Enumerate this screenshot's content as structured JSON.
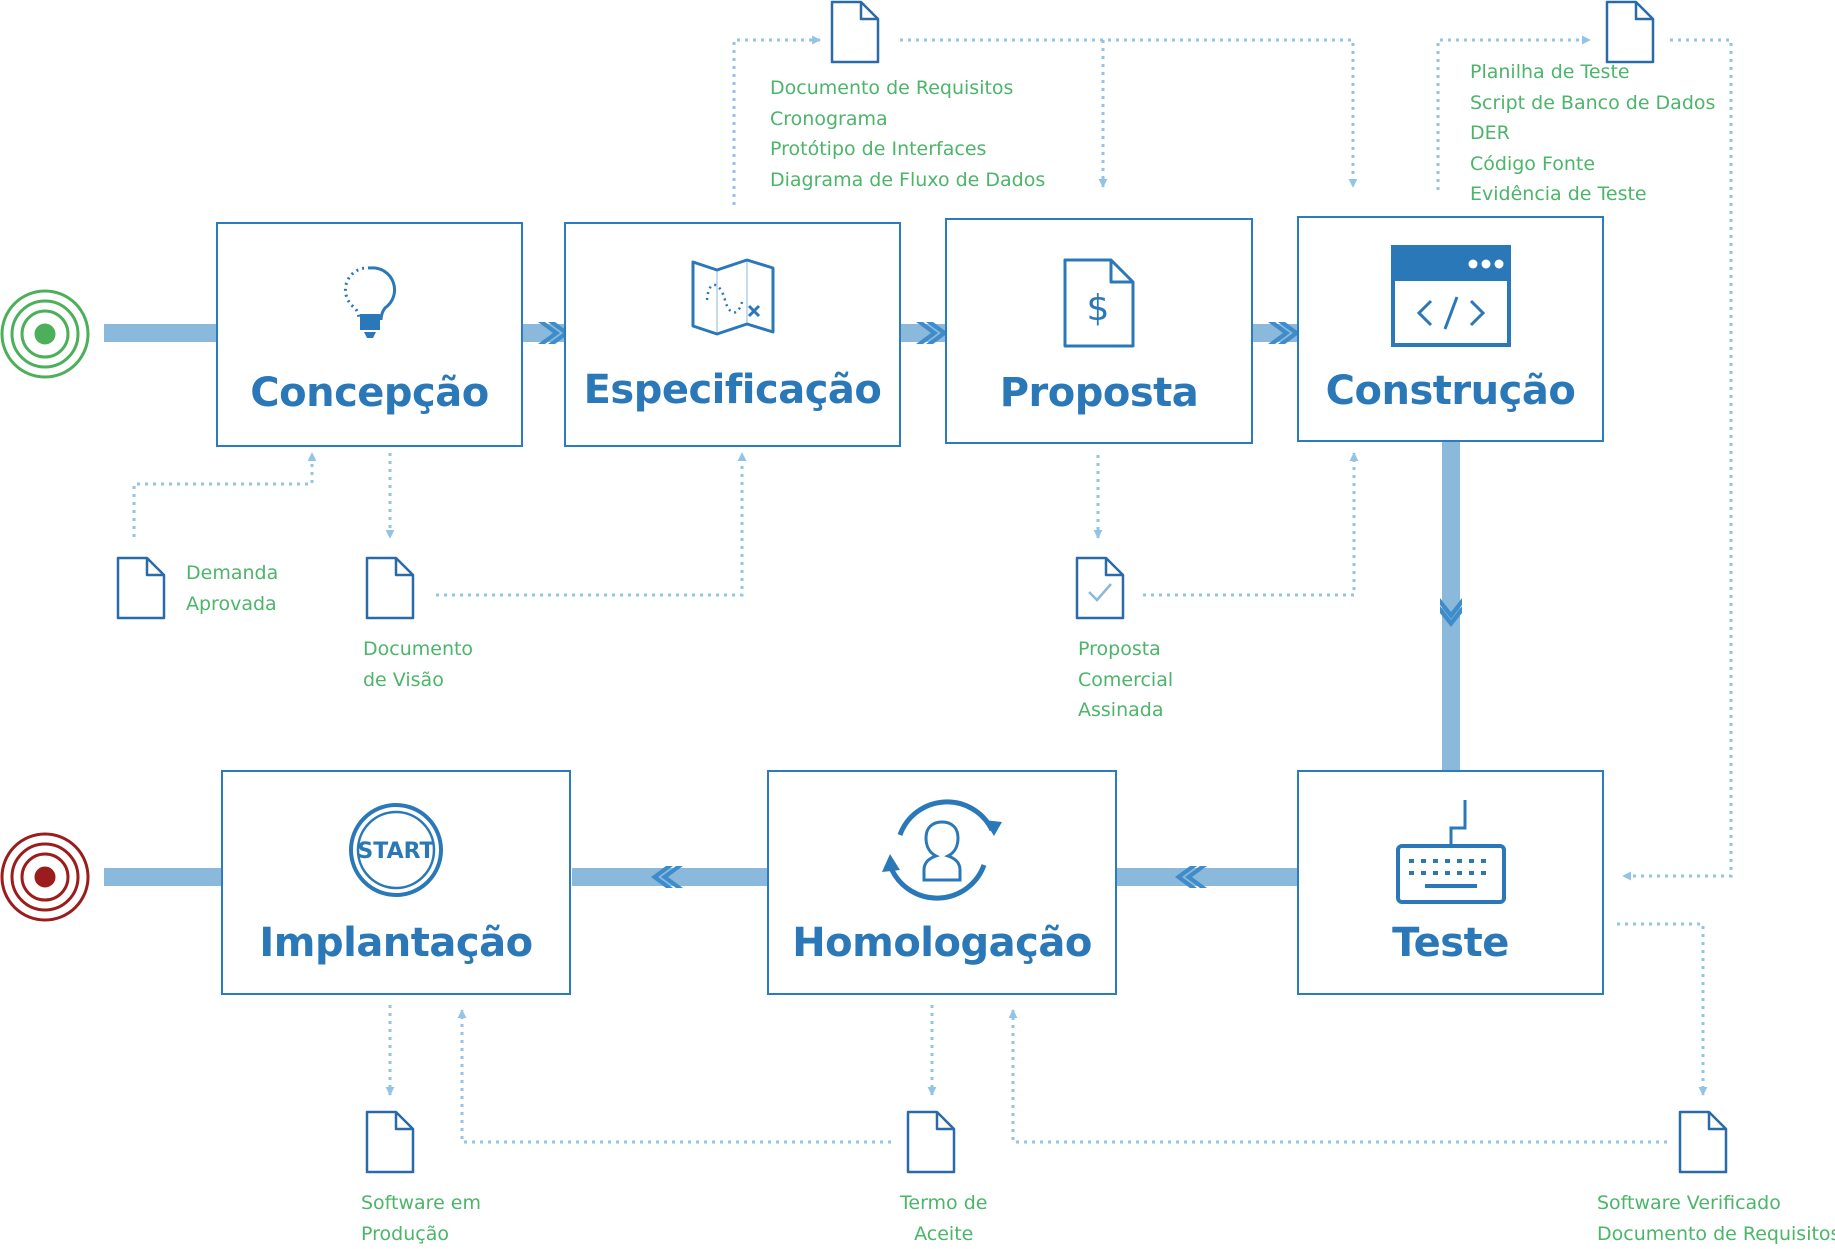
{
  "diagram": {
    "stages": {
      "concepcao": "Concepção",
      "especificacao": "Especificação",
      "proposta": "Proposta",
      "construcao": "Construção",
      "teste": "Teste",
      "homologacao": "Homologação",
      "implantacao": "Implantação"
    },
    "icons": {
      "concepcao": "lightbulb-icon",
      "especificacao": "map-icon",
      "proposta": "invoice-dollar-icon",
      "construcao": "code-window-icon",
      "teste": "keyboard-icon",
      "homologacao": "user-sync-icon",
      "implantacao": "start-button-icon",
      "start_label": "START"
    },
    "artifacts": {
      "demanda": [
        "Demanda",
        "Aprovada"
      ],
      "visao": [
        "Documento",
        "de Visão"
      ],
      "especificacao": [
        "Documento de Requisitos",
        "Cronograma",
        "Protótipo de Interfaces",
        "Diagrama de Fluxo de Dados"
      ],
      "proposta": [
        "Proposta",
        "Comercial",
        "Assinada"
      ],
      "construcao": [
        "Planilha de Teste",
        "Script de Banco de Dados",
        "DER",
        "Código Fonte",
        "Evidência de Teste"
      ],
      "teste": [
        "Software Verificado",
        "Documento de Requisitos"
      ],
      "homologacao": [
        "Termo de",
        "Aceite"
      ],
      "implantacao": [
        "Software em",
        "Produção"
      ]
    },
    "colors": {
      "stage_border": "#2a7bbf",
      "stage_title": "#2a78b8",
      "flow": "#8ab9dc",
      "dotted": "#93c3e6",
      "caption": "#4cb56a",
      "start_target": "#4caf5a",
      "end_target": "#9b1c1c"
    }
  }
}
